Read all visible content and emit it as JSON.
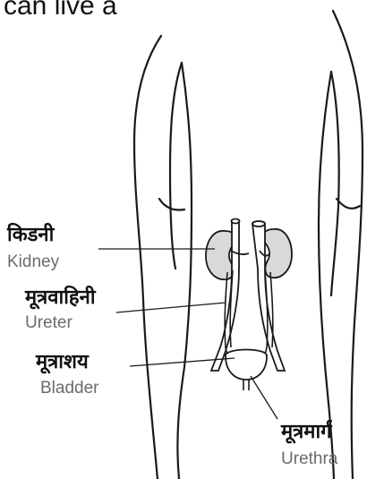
{
  "top_caption": "can live a",
  "labels": {
    "kidney": {
      "hindi": "किडनी",
      "english": "Kidney"
    },
    "ureter": {
      "hindi": "मूत्रवाहिनी",
      "english": "Ureter"
    },
    "bladder": {
      "hindi": "मूत्राशय",
      "english": "Bladder"
    },
    "urethra": {
      "hindi": "मूत्रमार्ग",
      "english": "Urethra"
    }
  },
  "colors": {
    "organ_fill": "#d9d9d9",
    "outline": "#1a1a1a",
    "english_label": "#6b6b6b"
  }
}
